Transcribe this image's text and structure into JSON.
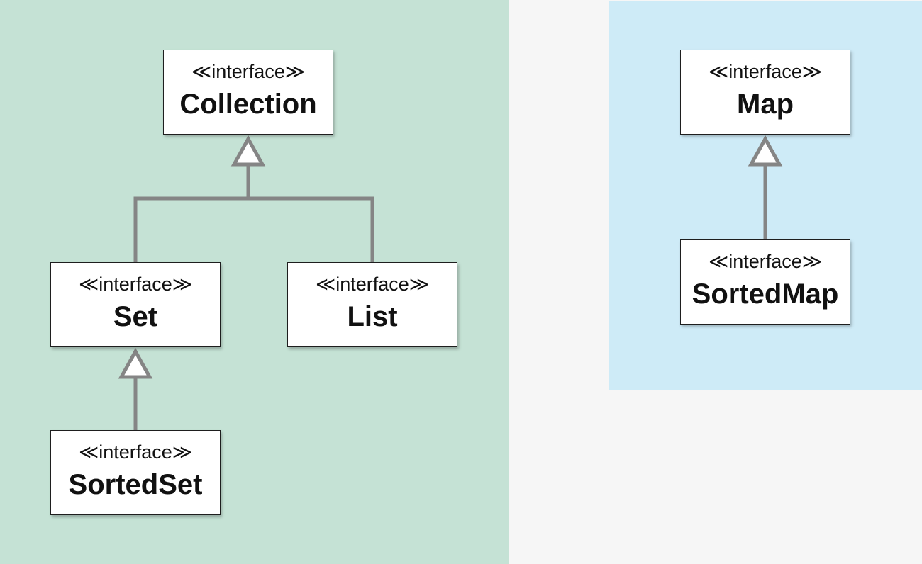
{
  "colors": {
    "page_background": "#f6f6f6",
    "collection_panel": "#c5e2d5",
    "map_panel": "#ceebf7",
    "connector": "#858585",
    "box_fill": "#ffffff",
    "box_border": "#1e1e1e"
  },
  "collection_group": {
    "collection": {
      "stereotype": "≪interface≫",
      "name": "Collection"
    },
    "set": {
      "stereotype": "≪interface≫",
      "name": "Set"
    },
    "list": {
      "stereotype": "≪interface≫",
      "name": "List"
    },
    "sortedset": {
      "stereotype": "≪interface≫",
      "name": "SortedSet"
    }
  },
  "map_group": {
    "map": {
      "stereotype": "≪interface≫",
      "name": "Map"
    },
    "sortedmap": {
      "stereotype": "≪interface≫",
      "name": "SortedMap"
    }
  },
  "relations": [
    {
      "from": "Set",
      "to": "Collection",
      "type": "generalization"
    },
    {
      "from": "List",
      "to": "Collection",
      "type": "generalization"
    },
    {
      "from": "SortedSet",
      "to": "Set",
      "type": "generalization"
    },
    {
      "from": "SortedMap",
      "to": "Map",
      "type": "generalization"
    }
  ]
}
